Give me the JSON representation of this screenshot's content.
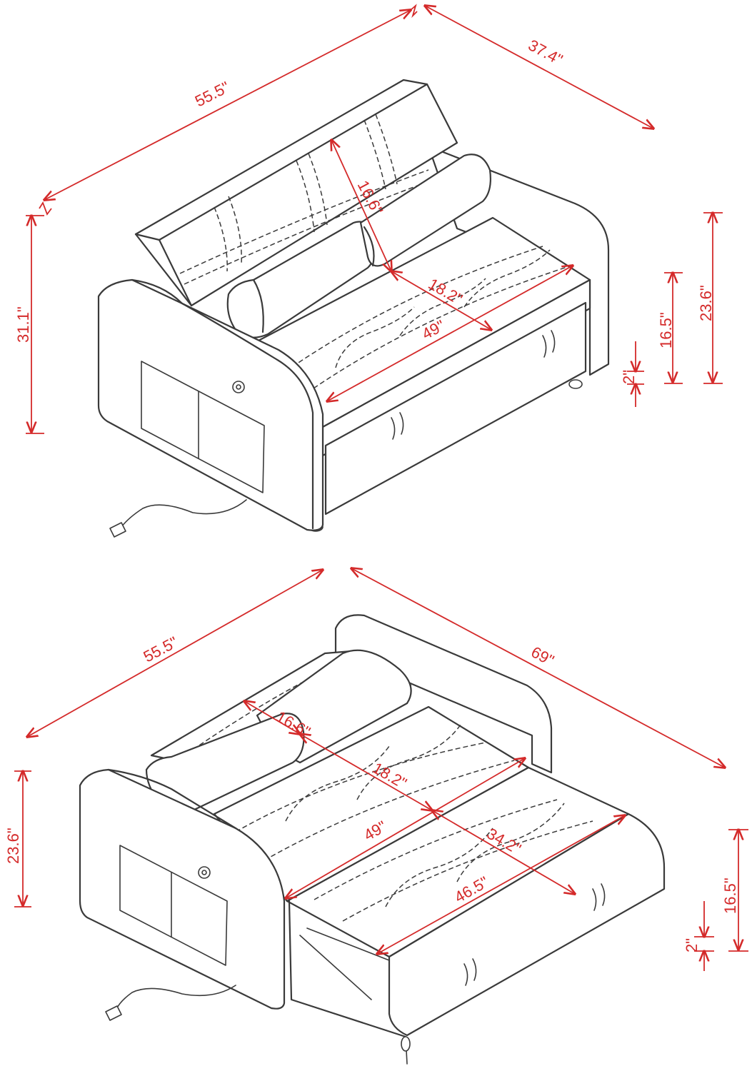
{
  "figure": {
    "top_view": {
      "label": "sofa-closed",
      "dimensions": {
        "overall_width": "55.5\"",
        "depth": "37.4\"",
        "overall_height": "31.1\"",
        "backrest_height": "16.6\"",
        "seat_depth": "18.2\"",
        "seat_width": "49\"",
        "seat_height": "16.5\"",
        "arm_height": "23.6\"",
        "leg_height": "2\""
      }
    },
    "bottom_view": {
      "label": "sofa-bed-open",
      "dimensions": {
        "overall_width": "55.5\"",
        "overall_length": "69\"",
        "arm_height": "23.6\"",
        "backrest_depth": "16.6\"",
        "seat_depth": "18.2\"",
        "seat_width": "49\"",
        "bed_extension": "34.2\"",
        "bed_width": "46.5\"",
        "bed_height": "16.5\"",
        "leg_height": "2\""
      }
    },
    "colors": {
      "outline": "#3a3a3a",
      "dimension": "#d42a2a",
      "background": "#ffffff"
    }
  }
}
